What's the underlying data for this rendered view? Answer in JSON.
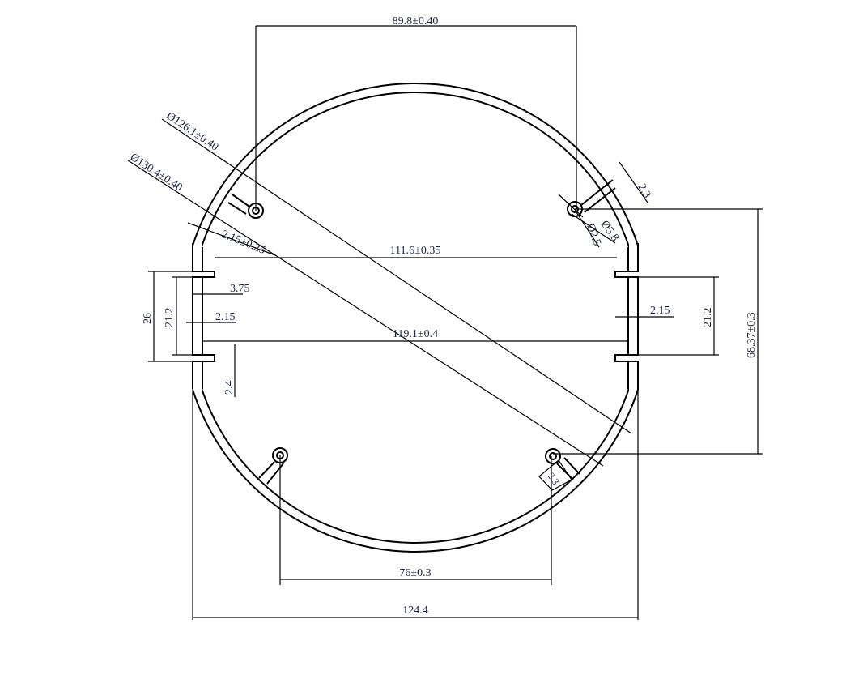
{
  "drawing": {
    "title": "Round aluminium profile cross-section",
    "dimensions": {
      "top_width": "89.8±0.40",
      "inner_diameter": "Ø126.1±0.40",
      "outer_diameter": "Ø130.4±0.40",
      "wall": "2.15±0.25",
      "inner_span_top": "111.6±0.35",
      "inner_span_mid": "119.1±0.4",
      "left_slot_outer": "26",
      "left_slot_inner": "21.2",
      "left_depth": "3.75",
      "left_wall": "2.15",
      "left_gap": "2.4",
      "right_wall": "2.15",
      "right_slot": "21.2",
      "right_height": "68.37±0.3",
      "rib_width_top": "2.3",
      "screw_outer": "Ø5.8",
      "screw_inner": "Ø2.5",
      "rib_width_bottom": "2.3",
      "bottom_span": "76±0.3",
      "overall_width": "124.4"
    }
  }
}
